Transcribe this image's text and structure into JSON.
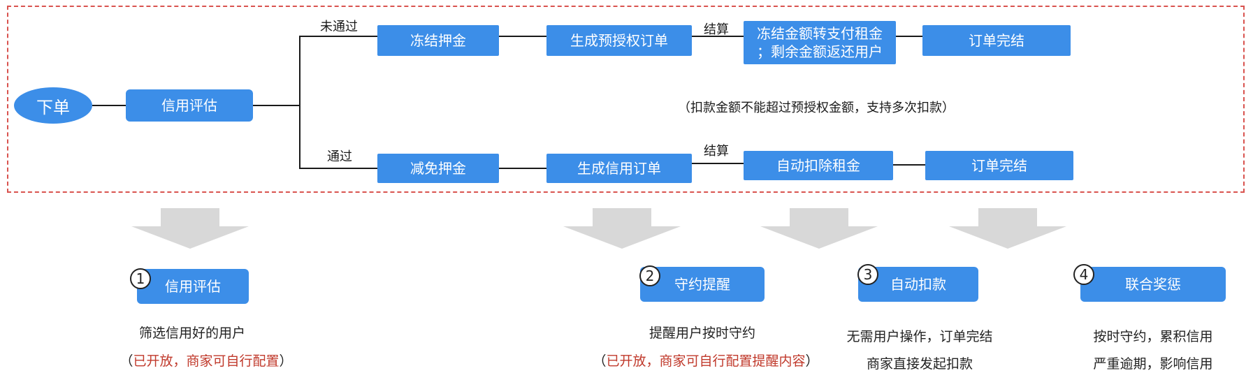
{
  "flow": {
    "start": "下单",
    "credit_eval": "信用评估",
    "branch_fail_label": "未通过",
    "branch_pass_label": "通过",
    "fail_path": {
      "step1": "冻结押金",
      "step2": "生成预授权订单",
      "settle_label": "结算",
      "step3_line1": "冻结金额转支付租金",
      "step3_line2": "；剩余金额返还用户",
      "step4": "订单完结"
    },
    "note": "（扣款金额不能超过预授权金额，支持多次扣款）",
    "pass_path": {
      "step1": "减免押金",
      "step2": "生成信用订单",
      "settle_label": "结算",
      "step3": "自动扣除租金",
      "step4": "订单完结"
    }
  },
  "features": [
    {
      "number": "1",
      "title": "信用评估",
      "line1": "筛选信用好的用户",
      "line2_open": "（",
      "line2_text": "已开放，商家可自行配置",
      "line2_close": "）"
    },
    {
      "number": "2",
      "title": "守约提醒",
      "line1": "提醒用户按时守约",
      "line2_open": "（",
      "line2_text": "已开放，商家可自行配置提醒内容",
      "line2_close": "）"
    },
    {
      "number": "3",
      "title": "自动扣款",
      "line1": "无需用户操作，订单完结",
      "line2": "商家直接发起扣款"
    },
    {
      "number": "4",
      "title": "联合奖惩",
      "line1": "按时守约，累积信用",
      "line2": "严重逾期，影响信用"
    }
  ],
  "colors": {
    "box": "#3c8ee8",
    "frame": "#d9534f",
    "arrow": "#d8d8d8",
    "highlight": "#c0392b"
  }
}
